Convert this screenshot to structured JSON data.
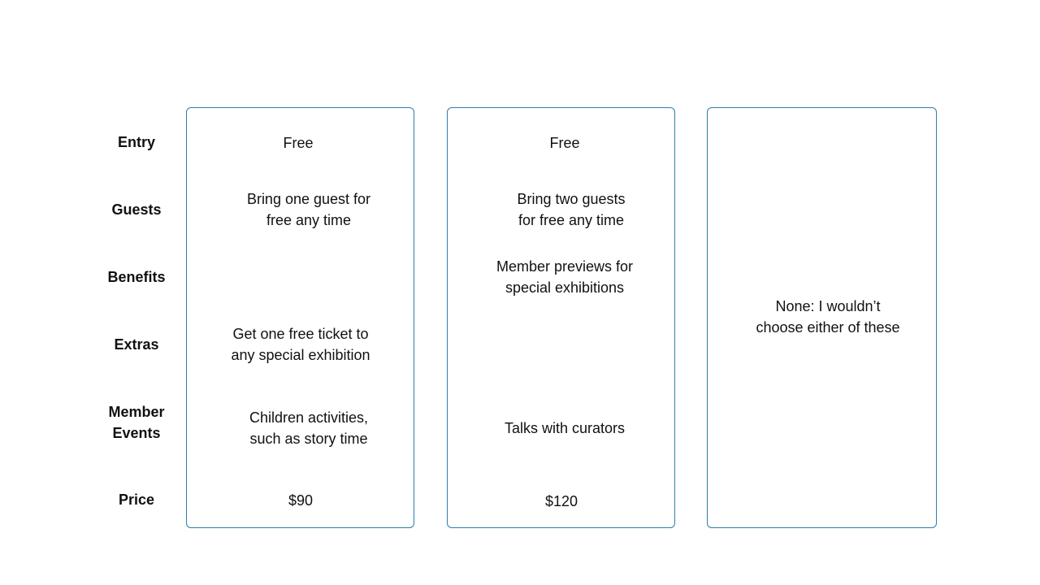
{
  "rows": {
    "entry": "Entry",
    "guests": "Guests",
    "benefits": "Benefits",
    "extras": "Extras",
    "member_events_line1": "Member",
    "member_events_line2": "Events",
    "price": "Price"
  },
  "options": [
    {
      "entry": "Free",
      "guests_line1": "Bring one guest for",
      "guests_line2": "free any time",
      "benefits_line1": "",
      "benefits_line2": "",
      "extras_line1": "Get one free ticket to",
      "extras_line2": "any special exhibition",
      "events_line1": "Children activities,",
      "events_line2": "such as story time",
      "price": "$90"
    },
    {
      "entry": "Free",
      "guests_line1": "Bring two guests",
      "guests_line2": "for free any time",
      "benefits_line1": "Member previews for",
      "benefits_line2": "special exhibitions",
      "extras_line1": "",
      "extras_line2": "",
      "events_line1": "Talks with curators",
      "events_line2": "",
      "price": "$120"
    },
    {
      "none_line1": "None: I wouldn’t",
      "none_line2": "choose either of these"
    }
  ],
  "colors": {
    "card_border": "#2e7eab",
    "text": "#111111",
    "background": "#ffffff"
  }
}
